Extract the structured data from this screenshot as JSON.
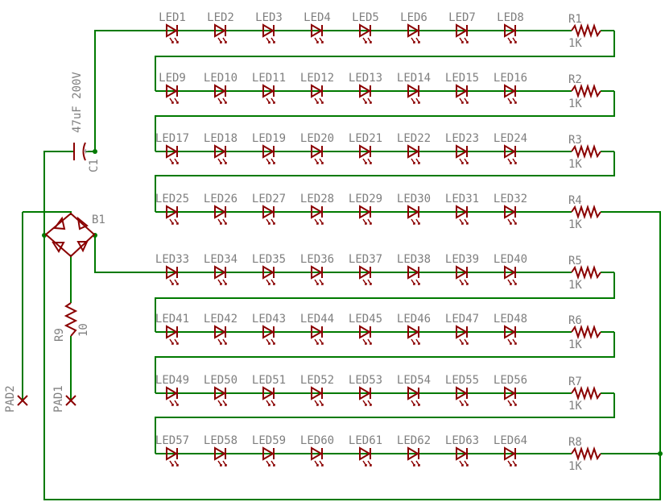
{
  "colors": {
    "wire": "#007a00",
    "part": "#8a0000",
    "label": "#7f7f7f",
    "background": "#ffffff"
  },
  "led_rows": [
    {
      "leds": [
        "LED1",
        "LED2",
        "LED3",
        "LED4",
        "LED5",
        "LED6",
        "LED7",
        "LED8"
      ],
      "resistor": "R1",
      "value": "1K"
    },
    {
      "leds": [
        "LED9",
        "LED10",
        "LED11",
        "LED12",
        "LED13",
        "LED14",
        "LED15",
        "LED16"
      ],
      "resistor": "R2",
      "value": "1K"
    },
    {
      "leds": [
        "LED17",
        "LED18",
        "LED19",
        "LED20",
        "LED21",
        "LED22",
        "LED23",
        "LED24"
      ],
      "resistor": "R3",
      "value": "1K"
    },
    {
      "leds": [
        "LED25",
        "LED26",
        "LED27",
        "LED28",
        "LED29",
        "LED30",
        "LED31",
        "LED32"
      ],
      "resistor": "R4",
      "value": "1K"
    },
    {
      "leds": [
        "LED33",
        "LED34",
        "LED35",
        "LED36",
        "LED37",
        "LED38",
        "LED39",
        "LED40"
      ],
      "resistor": "R5",
      "value": "1K"
    },
    {
      "leds": [
        "LED41",
        "LED42",
        "LED43",
        "LED44",
        "LED45",
        "LED46",
        "LED47",
        "LED48"
      ],
      "resistor": "R6",
      "value": "1K"
    },
    {
      "leds": [
        "LED49",
        "LED50",
        "LED51",
        "LED52",
        "LED53",
        "LED54",
        "LED55",
        "LED56"
      ],
      "resistor": "R7",
      "value": "1K"
    },
    {
      "leds": [
        "LED57",
        "LED58",
        "LED59",
        "LED60",
        "LED61",
        "LED62",
        "LED63",
        "LED64"
      ],
      "resistor": "R8",
      "value": "1K"
    }
  ],
  "capacitor": {
    "name": "C1",
    "value": "47uF 200V"
  },
  "bridge": {
    "name": "B1"
  },
  "series_resistor": {
    "name": "R9",
    "value": "10"
  },
  "pads": {
    "pad1": "PAD1",
    "pad2": "PAD2"
  }
}
